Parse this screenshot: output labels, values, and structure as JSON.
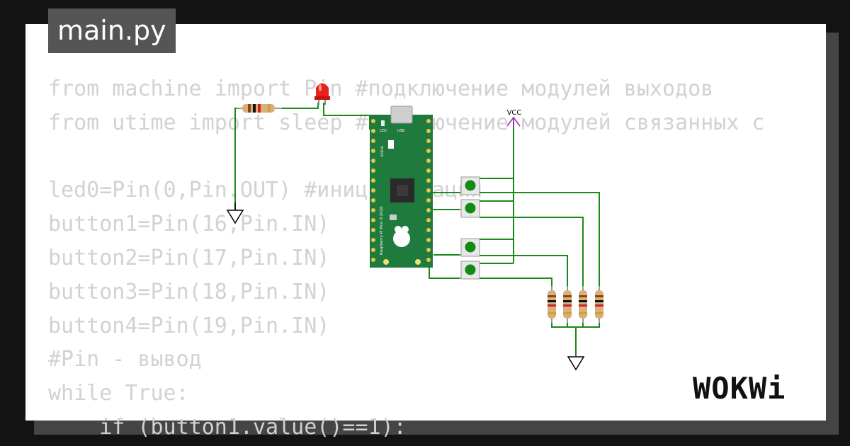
{
  "tab": {
    "filename": "main.py"
  },
  "code": {
    "lines": [
      "from machine import Pin #подключение модулей выходов",
      "from utime import sleep #подключение модулей связанных с",
      "",
      "led0=Pin(0,Pin.OUT) #инициализация",
      "button1=Pin(16,Pin.IN)",
      "button2=Pin(17,Pin.IN)",
      "button3=Pin(18,Pin.IN)",
      "button4=Pin(19,Pin.IN)",
      "#Pin - вывод",
      "while True:",
      "    if (button1.value()==1):"
    ]
  },
  "circuit": {
    "vcc_label": "VCC",
    "board": {
      "usb_label": "USB",
      "led_label": "LED",
      "debug_label": "DEBUG",
      "silk_text": "Raspberry Pi Pico ©2020"
    },
    "colors": {
      "wire": "#1a8a1a",
      "board": "#1f7a3d",
      "led": "#e8211f",
      "vcc": "#9b30b0",
      "button_cap": "#138a13"
    }
  },
  "brand": {
    "logo_text": "WOKWi"
  }
}
